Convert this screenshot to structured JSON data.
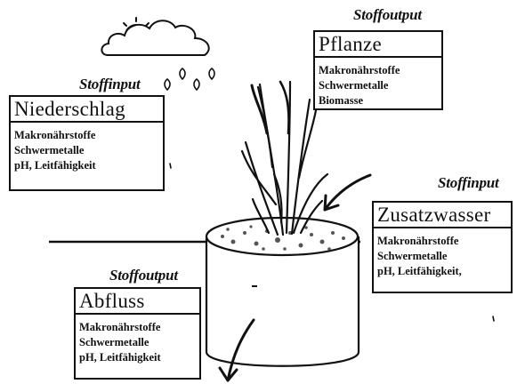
{
  "labels": {
    "input": "Stoffinput",
    "output": "Stoffoutput"
  },
  "boxes": {
    "niederschlag": {
      "flow": "Stoffinput",
      "title": "Niederschlag",
      "items": [
        "Makronährstoffe",
        "Schwermetalle",
        "pH, Leitfähigkeit"
      ]
    },
    "pflanze": {
      "flow": "Stoffoutput",
      "title": "Pflanze",
      "items": [
        "Makronährstoffe",
        "Schwermetalle",
        "Biomasse"
      ]
    },
    "zusatzwasser": {
      "flow": "Stoffinput",
      "title": "Zusatzwasser",
      "items": [
        "Makronährstoffe",
        "Schwermetalle",
        "pH, Leitfähigkeit,"
      ]
    },
    "abfluss": {
      "flow": "Stoffoutput",
      "title": "Abfluss",
      "items": [
        "Makronährstoffe",
        "Schwermetalle",
        "pH, Leitfähigkeit"
      ]
    }
  },
  "icons": [
    "cloud-with-sun-icon",
    "raindrops-icon",
    "plant-icon",
    "pot-icon",
    "arrow-icon"
  ],
  "colors": {
    "ink": "#111111",
    "background": "#ffffff"
  }
}
